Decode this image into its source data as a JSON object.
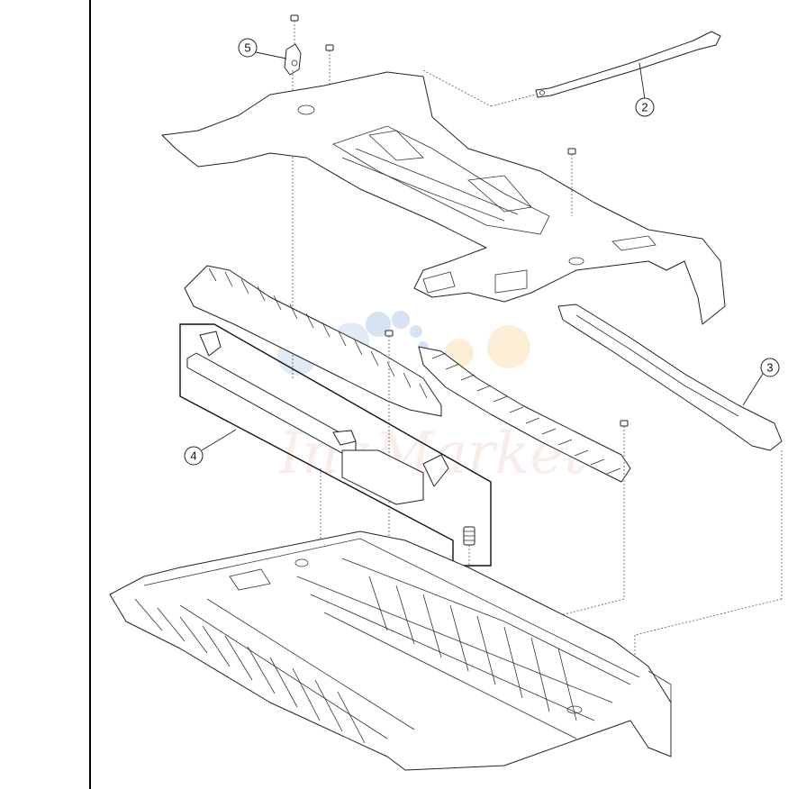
{
  "callouts": [
    {
      "id": "callout-2",
      "label": "2"
    },
    {
      "id": "callout-3",
      "label": "3"
    },
    {
      "id": "callout-4",
      "label": "4"
    },
    {
      "id": "callout-5",
      "label": "5"
    }
  ],
  "watermark": {
    "text": "InkMarket"
  },
  "colors": {
    "line": "#222222",
    "background": "#ffffff",
    "left_rule": "#000000"
  }
}
